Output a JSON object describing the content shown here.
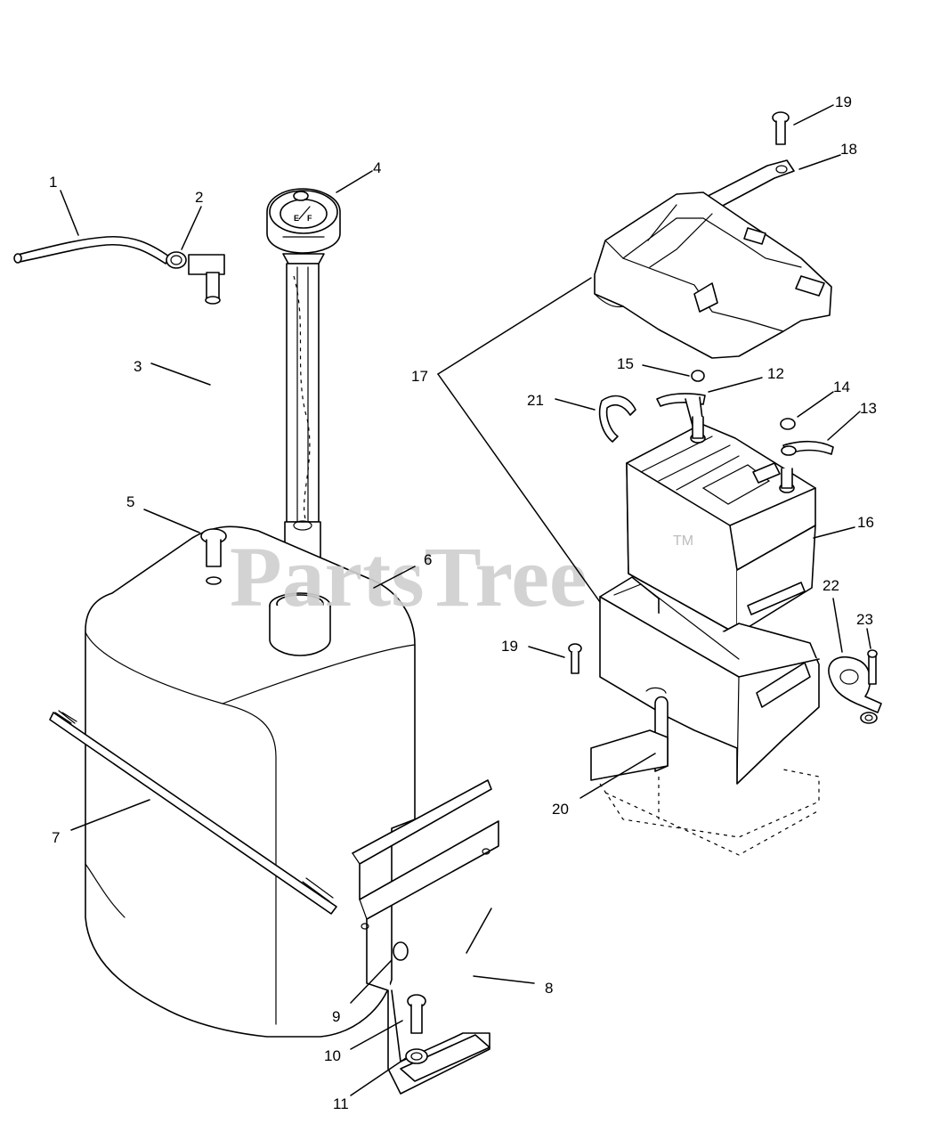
{
  "watermark": {
    "text": "PartsTree",
    "trademark": "TM",
    "color": "#cfcfcf"
  },
  "gauge_marks": {
    "empty": "E",
    "full": "F"
  },
  "callouts": [
    {
      "id": "c1",
      "label": "1"
    },
    {
      "id": "c2",
      "label": "2"
    },
    {
      "id": "c3",
      "label": "3"
    },
    {
      "id": "c4",
      "label": "4"
    },
    {
      "id": "c5",
      "label": "5"
    },
    {
      "id": "c6",
      "label": "6"
    },
    {
      "id": "c7",
      "label": "7"
    },
    {
      "id": "c8",
      "label": "8"
    },
    {
      "id": "c9",
      "label": "9"
    },
    {
      "id": "c10",
      "label": "10"
    },
    {
      "id": "c11",
      "label": "11"
    },
    {
      "id": "c12",
      "label": "12"
    },
    {
      "id": "c13",
      "label": "13"
    },
    {
      "id": "c14",
      "label": "14"
    },
    {
      "id": "c15",
      "label": "15"
    },
    {
      "id": "c16",
      "label": "16"
    },
    {
      "id": "c17",
      "label": "17"
    },
    {
      "id": "c18",
      "label": "18"
    },
    {
      "id": "c19a",
      "label": "19"
    },
    {
      "id": "c19b",
      "label": "19"
    },
    {
      "id": "c20",
      "label": "20"
    },
    {
      "id": "c21",
      "label": "21"
    },
    {
      "id": "c22",
      "label": "22"
    },
    {
      "id": "c23",
      "label": "23"
    }
  ]
}
